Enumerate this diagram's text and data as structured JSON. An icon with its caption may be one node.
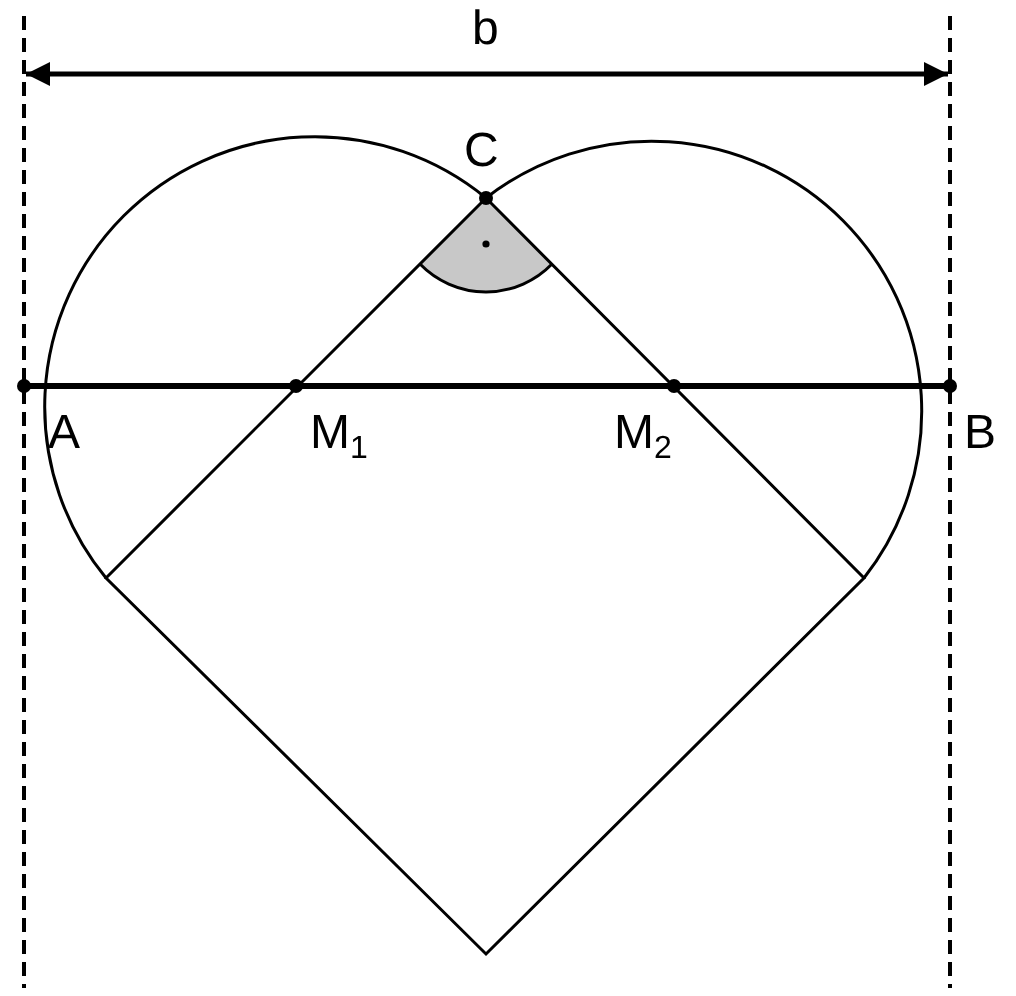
{
  "diagram": {
    "labels": [
      "b",
      "C",
      "A",
      "M$_{1}$",
      "M$_{2}$",
      "B"
    ]
  }
}
